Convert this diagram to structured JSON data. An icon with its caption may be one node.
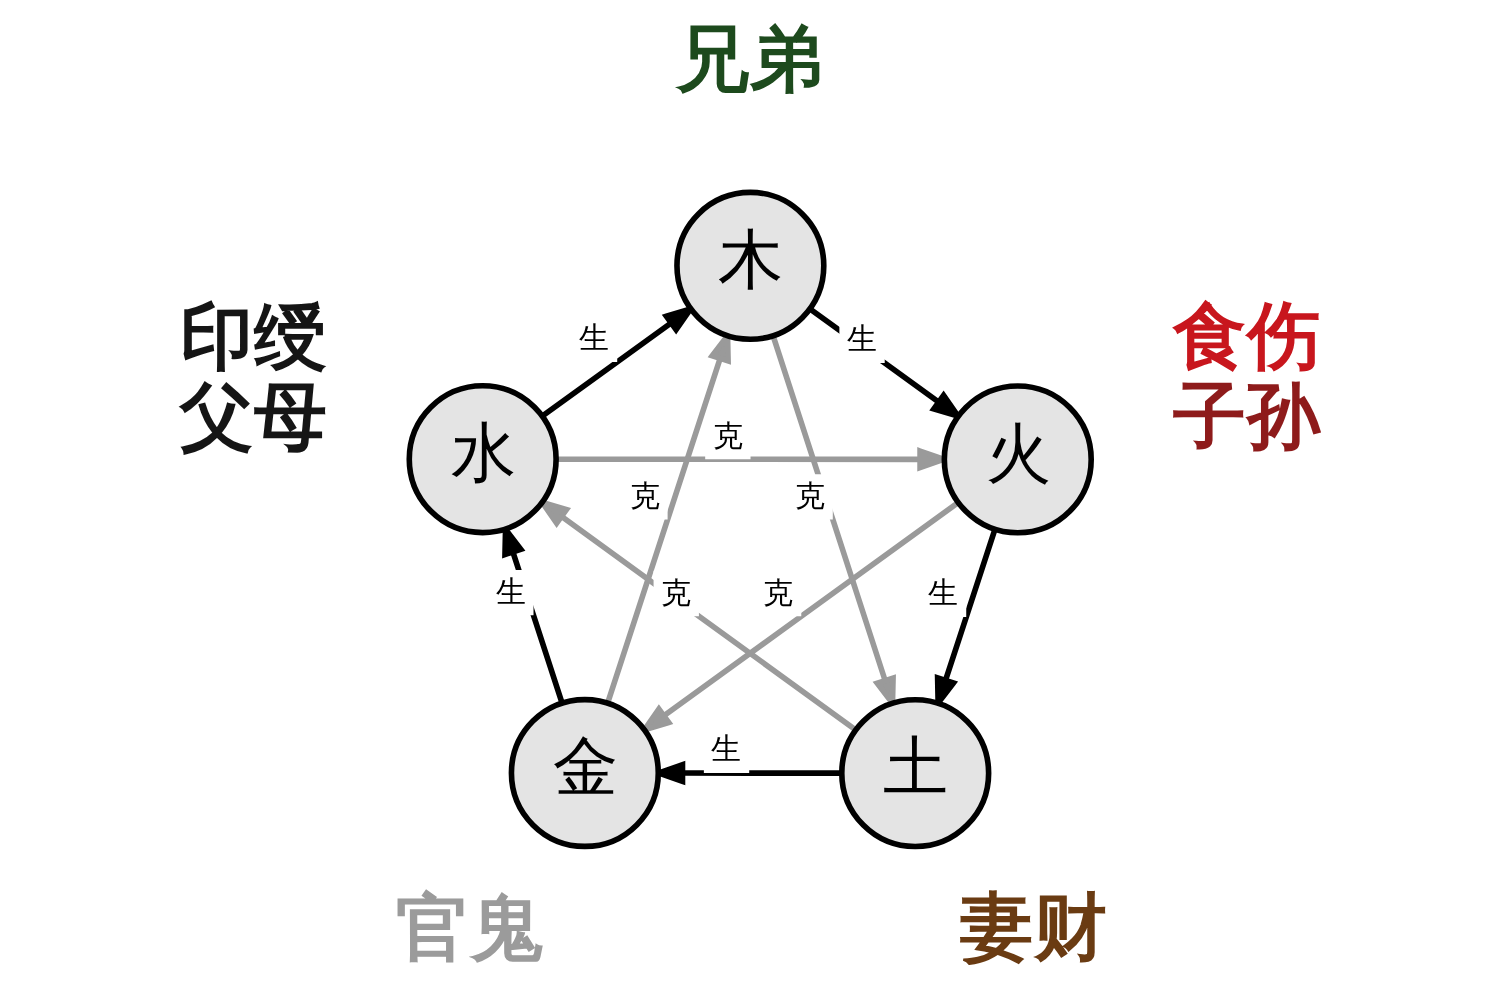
{
  "diagram": {
    "nodes": [
      {
        "text": [
          "木"
        ],
        "beside": [
          "兄弟"
        ]
      },
      {
        "text": [
          "火"
        ],
        "beside": [
          "食伤",
          "子孙"
        ]
      },
      {
        "text": [
          "土"
        ],
        "beside": [
          "妻财"
        ]
      },
      {
        "text": [
          "金"
        ],
        "beside": [
          "官鬼"
        ]
      },
      {
        "text": [
          "水"
        ],
        "beside": [
          "印绶",
          "父母"
        ]
      }
    ],
    "edges": [
      {
        "from": 0,
        "to": 1,
        "arrow": "to",
        "label": "生"
      },
      {
        "from": 1,
        "to": 2,
        "arrow": "to",
        "label": "生"
      },
      {
        "from": 2,
        "to": 3,
        "arrow": "to",
        "label": "生"
      },
      {
        "from": 3,
        "to": 4,
        "arrow": "to",
        "label": "生"
      },
      {
        "from": 4,
        "to": 0,
        "arrow": "to",
        "label": "生"
      },
      {
        "from": 0,
        "to": 2,
        "arrow": "to",
        "label": "克",
        "color": "#9a9a9a"
      },
      {
        "from": 2,
        "to": 4,
        "arrow": "to",
        "label": "克",
        "color": "#9a9a9a"
      },
      {
        "from": 4,
        "to": 1,
        "arrow": "to",
        "label": "克",
        "color": "#9a9a9a"
      },
      {
        "from": 1,
        "to": 3,
        "arrow": "to",
        "label": "克",
        "color": "#9a9a9a"
      },
      {
        "from": 3,
        "to": 0,
        "arrow": "to",
        "label": "克",
        "color": "#9a9a9a"
      }
    ]
  }
}
